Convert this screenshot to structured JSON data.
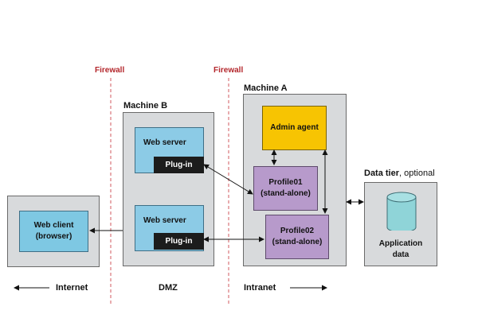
{
  "firewalls": {
    "left_label": "Firewall",
    "right_label": "Firewall"
  },
  "zones": {
    "internet": "Internet",
    "dmz": "DMZ",
    "intranet": "Intranet"
  },
  "machine_b": {
    "title": "Machine B",
    "web_server_top": {
      "label": "Web server",
      "plugin": "Plug-in"
    },
    "web_server_bottom": {
      "label": "Web server",
      "plugin": "Plug-in"
    }
  },
  "machine_a": {
    "title": "Machine A",
    "admin_agent": "Admin agent",
    "profile01": {
      "line1": "Profile01",
      "line2": "(stand-alone)"
    },
    "profile02": {
      "line1": "Profile02",
      "line2": "(stand-alone)"
    }
  },
  "client": {
    "line1": "Web client",
    "line2": "(browser)"
  },
  "data_tier": {
    "title": "Data tier",
    "title_suffix": ", optional",
    "line1": "Application",
    "line2": "data"
  },
  "colors": {
    "firewall": "#b3262b",
    "machine_bg": "#d8dadc",
    "web_server": "#7ec8e3",
    "plugin": "#1c1c1c",
    "admin_agent": "#f7c402",
    "profile": "#b79acb",
    "database": "#8fd4d8"
  }
}
